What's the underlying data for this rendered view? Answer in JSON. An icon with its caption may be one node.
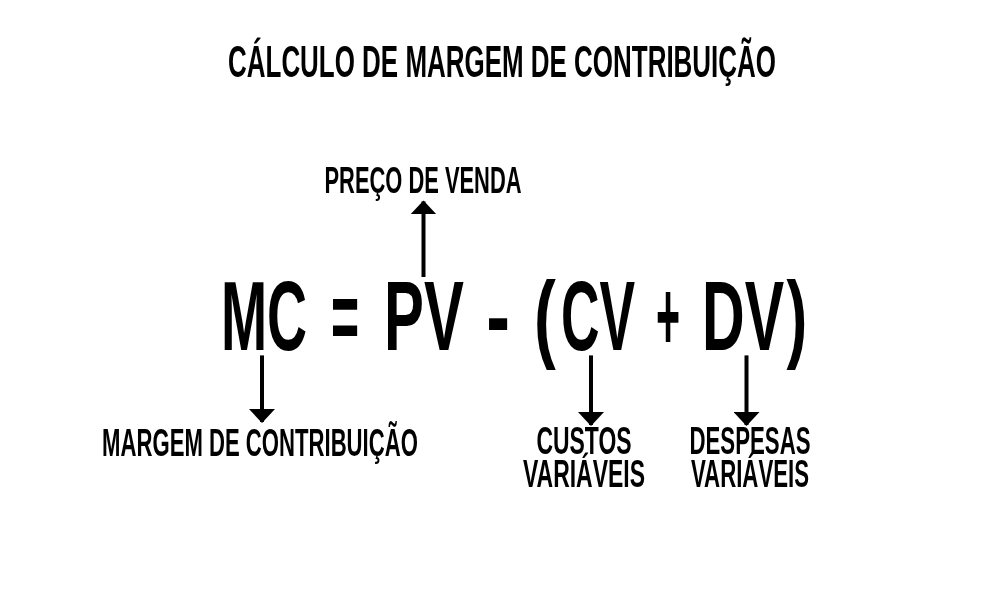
{
  "diagram": {
    "title": "CÁLCULO DE MARGEM DE CONTRIBUIÇÃO",
    "nodes": [
      {
        "text": [
          "PREÇO DE VENDA"
        ]
      },
      {
        "text": [
          "MC"
        ]
      },
      {
        "text": [
          "PV"
        ]
      },
      {
        "text": [
          "CV"
        ]
      },
      {
        "text": [
          "DV"
        ]
      },
      {
        "text": [
          "MARGEM DE CONTRIBUIÇÃO"
        ]
      },
      {
        "text": [
          "CUSTOS VARIÁVEIS"
        ]
      },
      {
        "text": [
          "DESPESAS VARIÁVEIS"
        ]
      }
    ],
    "edges": [
      {
        "from": 2,
        "to": 0,
        "arrow": "to"
      },
      {
        "from": 1,
        "to": 5,
        "arrow": "to"
      },
      {
        "from": 3,
        "to": 6,
        "arrow": "to"
      },
      {
        "from": 4,
        "to": 7,
        "arrow": "to"
      }
    ],
    "labels": [
      "=",
      "-",
      "(",
      "+",
      ")"
    ]
  }
}
